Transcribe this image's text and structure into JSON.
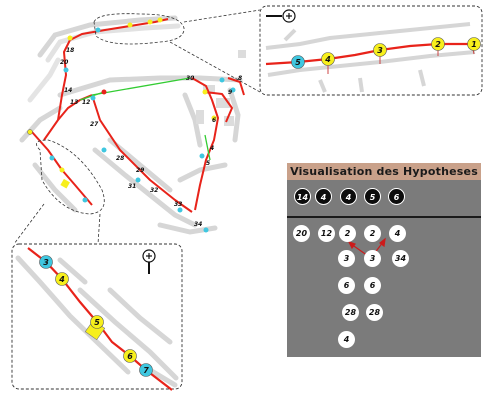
{
  "colors": {
    "route": "#e8231a",
    "link": "#33cc33",
    "yellow_node": "#f7ef1c",
    "cyan_node": "#3fc7e0",
    "panel_bg": "#7b7b7b",
    "panel_header": "#c9a18a",
    "building": "#d8d8d8"
  },
  "icons": [
    "zoom-out-icon",
    "zoom-in-icon"
  ],
  "top_inset": {
    "nodes": [
      {
        "label": "1",
        "kind": "yellow"
      },
      {
        "label": "2",
        "kind": "yellow"
      },
      {
        "label": "3",
        "kind": "yellow"
      },
      {
        "label": "4",
        "kind": "yellow"
      },
      {
        "label": "5",
        "kind": "cyan"
      }
    ]
  },
  "bottom_inset": {
    "nodes": [
      {
        "label": "3",
        "kind": "cyan"
      },
      {
        "label": "4",
        "kind": "yellow"
      },
      {
        "label": "5",
        "kind": "yellow"
      },
      {
        "label": "6",
        "kind": "yellow"
      },
      {
        "label": "7",
        "kind": "cyan"
      }
    ]
  },
  "map_labels": [
    "18",
    "20",
    "14",
    "13",
    "12",
    "27",
    "28",
    "29",
    "30",
    "31",
    "32",
    "33",
    "34",
    "4",
    "5",
    "6",
    "8",
    "9"
  ],
  "panel": {
    "title": "Visualisation des Hypotheses",
    "top_row": [
      "14",
      "4",
      "4",
      "5",
      "6"
    ],
    "lower": [
      [
        "20",
        "12",
        "2",
        "2",
        "4"
      ],
      [
        "3",
        "3",
        "34"
      ],
      [
        "6",
        "6"
      ],
      [
        "28",
        "28"
      ],
      [
        "4"
      ]
    ]
  }
}
